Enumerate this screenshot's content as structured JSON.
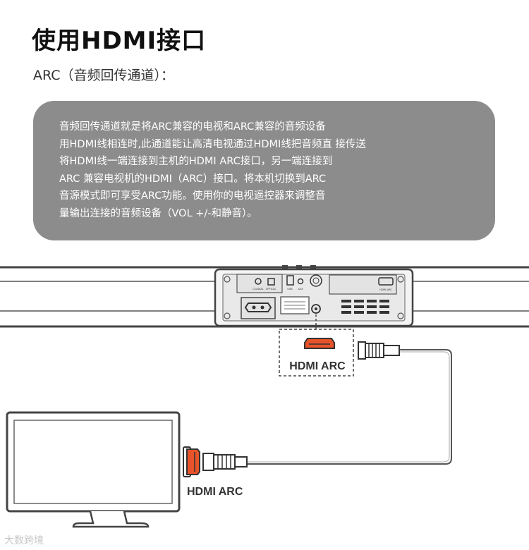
{
  "title": "使用HDMI接口",
  "subtitle": "ARC（音频回传通道）：",
  "description_lines": [
    "音频回传通道就是将ARC兼容的电视和ARC兼容的音频设备",
    "用HDMI线相连时,此通道能让高清电视通过HDMI线把音频直 接传送",
    "将HDMI线一端连接到主机的HDMI ARC接口，另一端连接到",
    "ARC 兼容电视机的HDMI（ARC）接口。将本机切换到ARC",
    "音源模式即可享受ARC功能。使用你的电视遥控器来调整音",
    "量输出连接的音频设备（VOL +/-和静音）。"
  ],
  "diagram": {
    "soundbar_port_label": "HDMI ARC",
    "tv_port_label": "HDMI ARC",
    "panel_labels": {
      "coaxial": "COAXIAL",
      "optical": "OPTICAL",
      "usb": "USB",
      "aux": "AUX",
      "hdmi": "HDMI ARC"
    },
    "colors": {
      "port_orange": "#e8532a",
      "cable": "#555555",
      "outline": "#444444",
      "panel_bg": "#e9e9e9"
    }
  },
  "watermark": "大数跨境"
}
